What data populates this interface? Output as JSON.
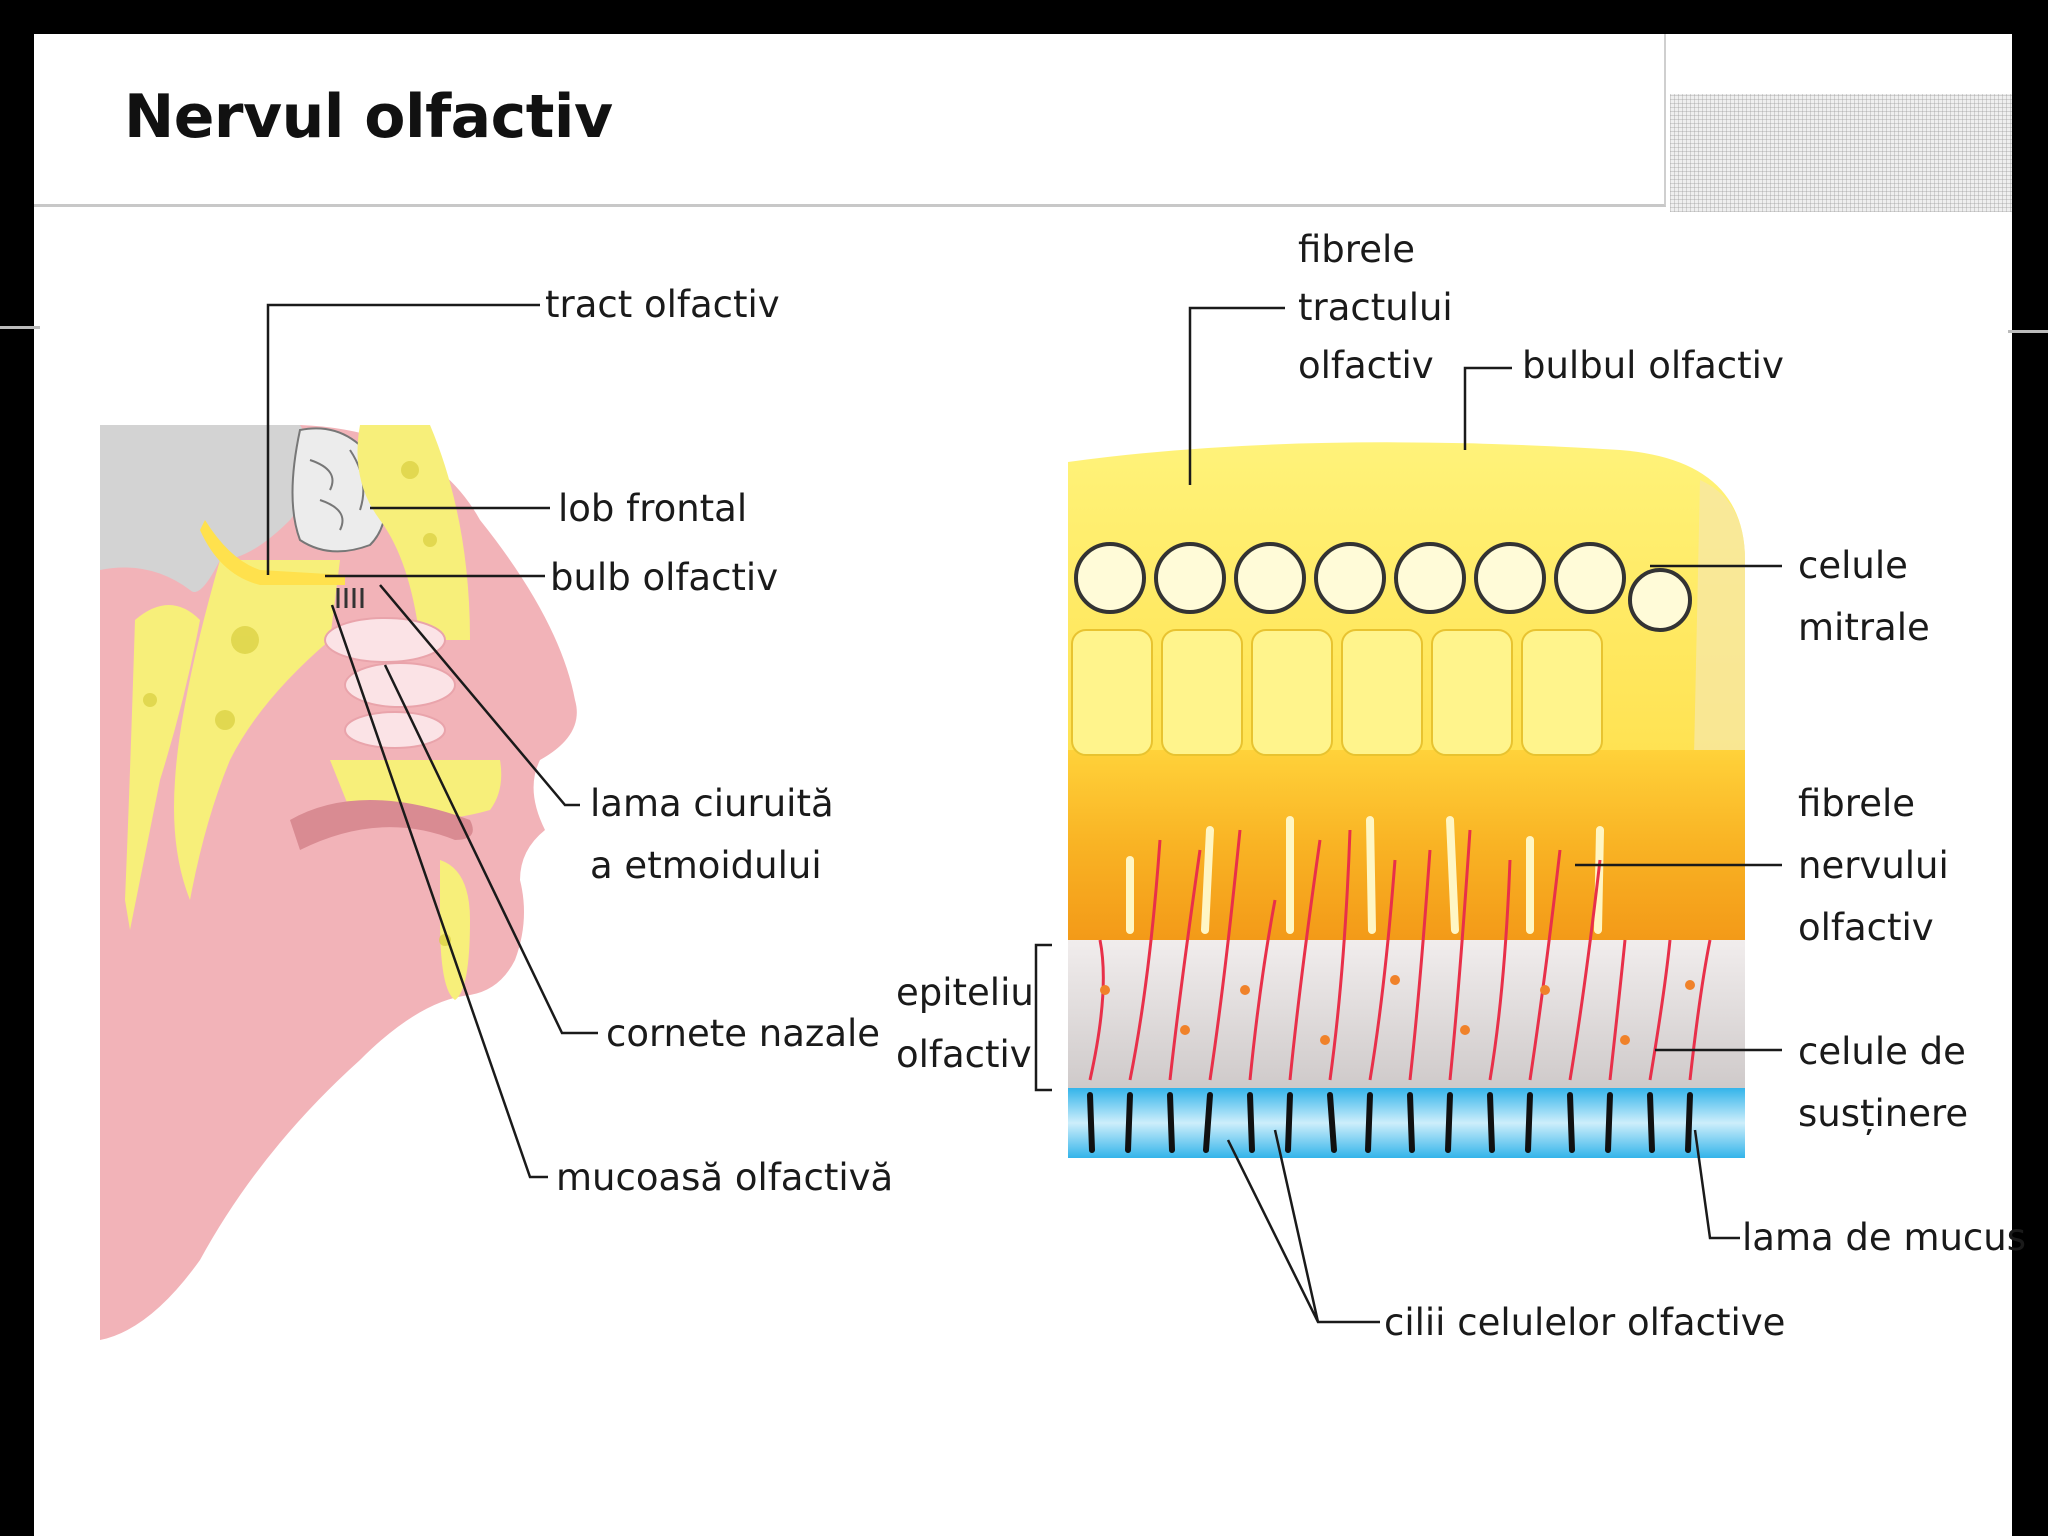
{
  "title": "Nervul olfactiv",
  "left_labels": {
    "tract": "tract olfactiv",
    "lob": "lob frontal",
    "bulb": "bulb olfactiv",
    "lama_1": "lama ciuruită",
    "lama_2": "a etmoidului",
    "cornete": "cornete nazale",
    "mucoasa": "mucoasă olfactivă"
  },
  "right_labels": {
    "fibrele_tractului_1": "fibrele",
    "fibrele_tractului_2": "tractului",
    "fibrele_tractului_3": "olfactiv",
    "bulbul": "bulbul olfactiv",
    "celule_mitrale_1": "celule",
    "celule_mitrale_2": "mitrale",
    "fibrele_nervului_1": "fibrele",
    "fibrele_nervului_2": "nervului",
    "fibrele_nervului_3": "olfactiv",
    "epiteliu_1": "epiteliu",
    "epiteliu_2": "olfactiv",
    "celule_sustinere_1": "celule de",
    "celule_sustinere_2": "susținere",
    "lama_mucus": "lama de mucus",
    "cilii": "cilii celulelor olfactive"
  },
  "colors": {
    "skin": "#f2b3b8",
    "bone": "#f7ef7a",
    "brain": "#d5d5d5",
    "bulb_yellow": "#ffe14d",
    "orange_layer": "#f7a91c",
    "epithelium": "#e0dcdc",
    "mucus": "#5ec9f0"
  }
}
